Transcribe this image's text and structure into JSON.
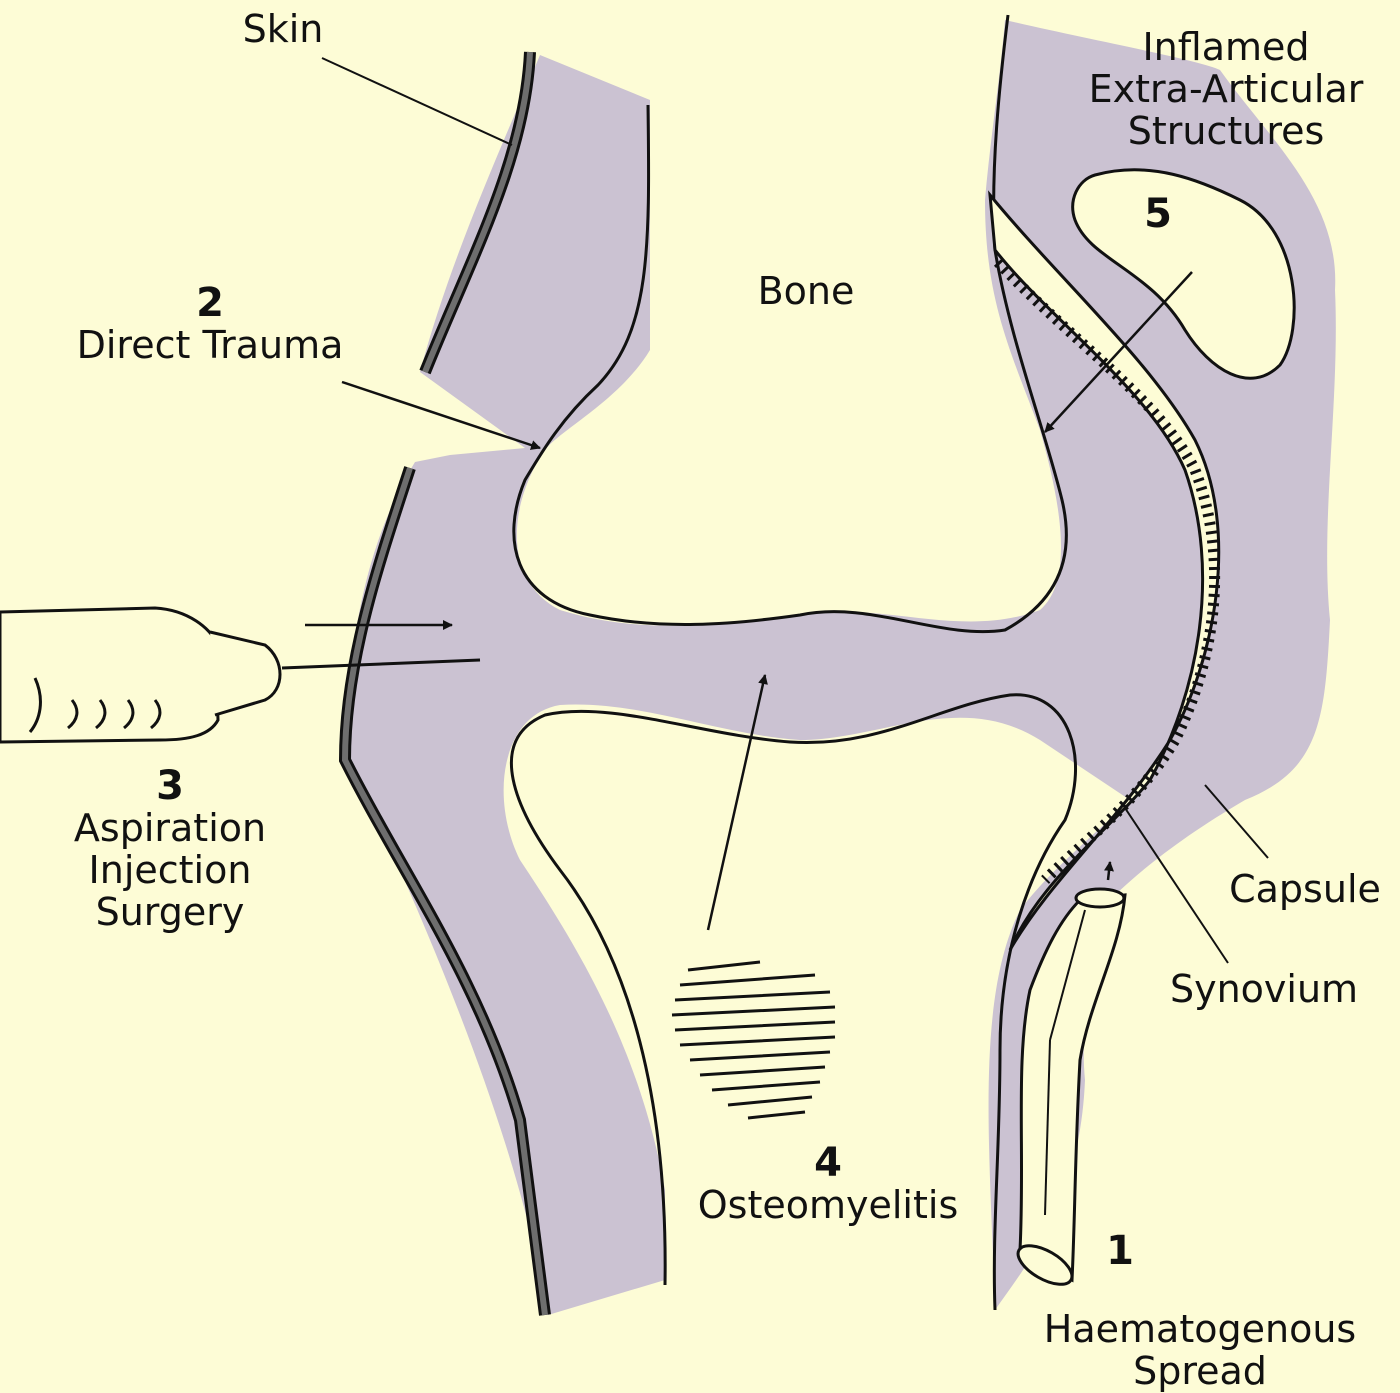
{
  "colors": {
    "background": "#fdfcd6",
    "tissue": "#cbc2d2",
    "skin": "#6e6e6e",
    "outline": "#111111"
  },
  "labels": {
    "skin": "Skin",
    "bone": "Bone",
    "direct_trauma": {
      "number": "2",
      "text": "Direct Trauma"
    },
    "aspiration": {
      "number": "3",
      "lines": [
        "Aspiration",
        "Injection",
        "Surgery"
      ]
    },
    "osteomyelitis": {
      "number": "4",
      "text": "Osteomyelitis"
    },
    "haematogenous": {
      "number": "1",
      "lines": [
        "Haematogenous",
        "Spread"
      ]
    },
    "inflamed": {
      "number": "5",
      "lines": [
        "Inflamed",
        "Extra-Articular",
        "Structures"
      ]
    },
    "capsule": "Capsule",
    "synovium": "Synovium"
  }
}
